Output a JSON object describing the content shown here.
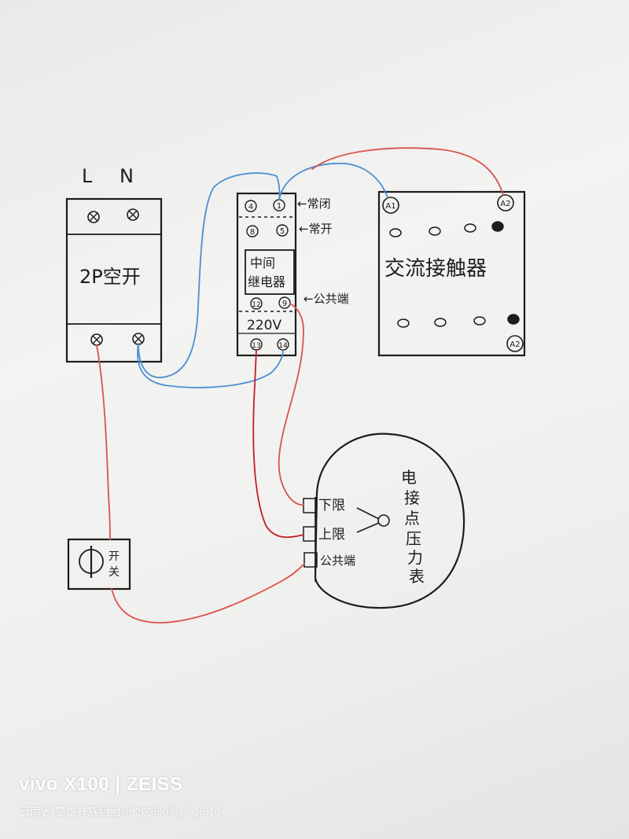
{
  "breaker": {
    "L": "L",
    "N": "N",
    "label": "2P空开"
  },
  "relay": {
    "name_line1": "中间",
    "name_line2": "继电器",
    "t4": "4",
    "t1": "1",
    "t8": "8",
    "t5": "5",
    "t12": "12",
    "t9": "9",
    "t13": "13",
    "t14": "14",
    "voltage": "220V",
    "nc_note": "←常闭",
    "no_note": "←常开",
    "com_note": "←公共端"
  },
  "contactor": {
    "label": "交流接触器",
    "a1": "A1",
    "a2_top": "A2",
    "a2_bottom": "A2"
  },
  "gauge": {
    "title": [
      "电",
      "接",
      "点",
      "压",
      "力",
      "表"
    ],
    "lower": "下限",
    "upper": "上限",
    "common": "公共端"
  },
  "switch": {
    "label": [
      "开",
      "关"
    ]
  },
  "watermark": {
    "brand": "vivo X100 | ZEISS",
    "meta": "云南省 楚雄彝族自治州  2025.03.17 15:13"
  },
  "colors": {
    "red_wire": "#d9534f",
    "blue_wire": "#4a8fd4",
    "ink": "#1c1c1c"
  }
}
